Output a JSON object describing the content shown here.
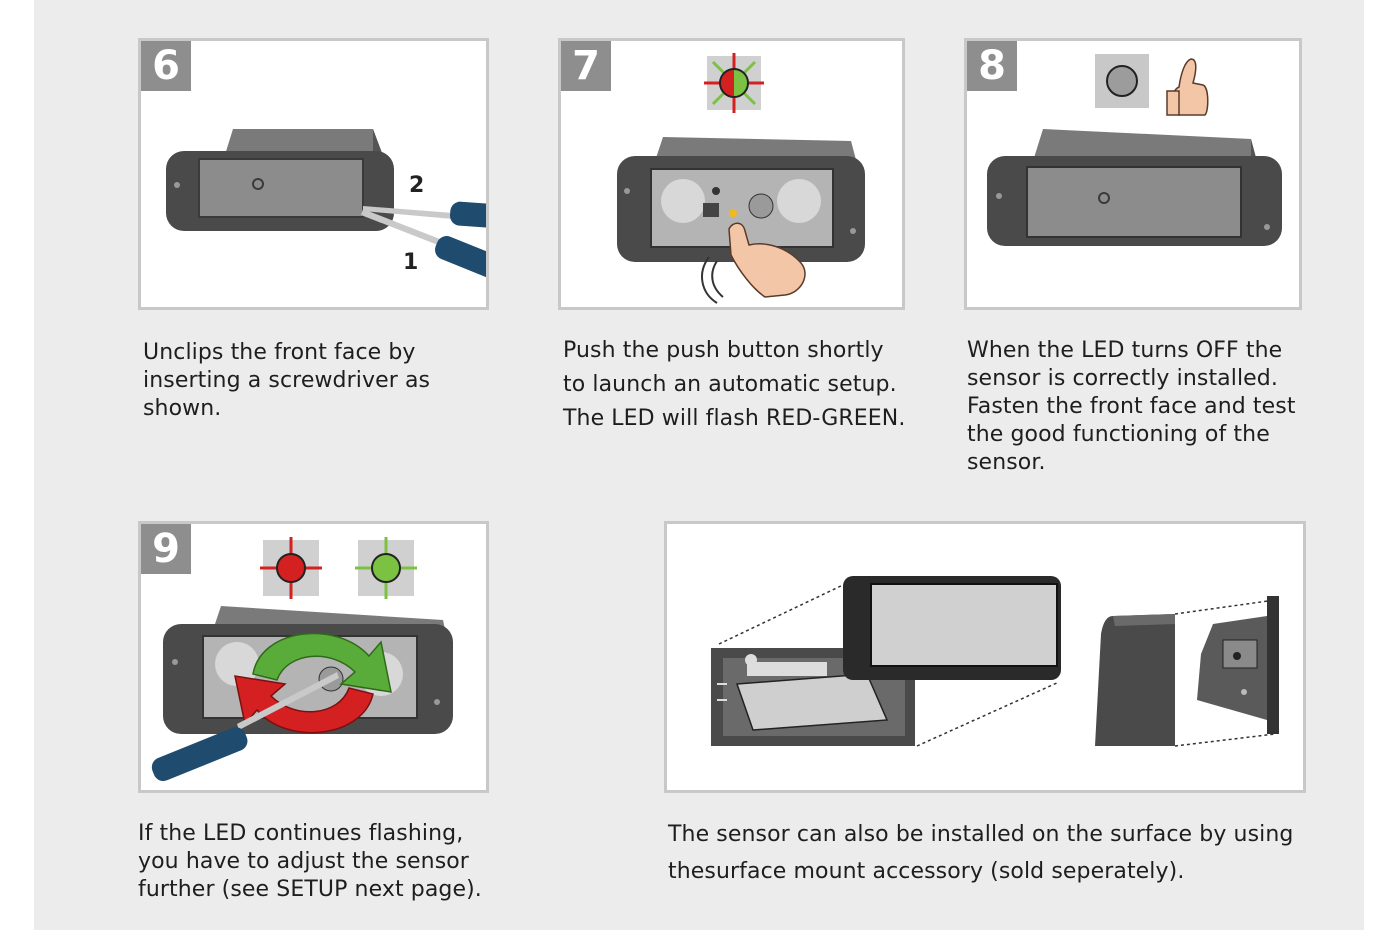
{
  "steps": [
    {
      "number": "6",
      "labels": [
        "2",
        "1"
      ],
      "caption": [
        "Unclips the front face by",
        "inserting a screwdriver as",
        "shown."
      ]
    },
    {
      "number": "7",
      "caption": [
        "Push the push button shortly",
        "to launch an automatic setup.",
        "The LED will flash RED-GREEN."
      ]
    },
    {
      "number": "8",
      "caption": [
        "When the LED turns OFF the",
        "sensor is correctly installed.",
        "Fasten the front face and test",
        "the good functioning of the",
        "sensor."
      ]
    },
    {
      "number": "9",
      "caption": [
        "If the LED continues flashing,",
        "you have to adjust the sensor",
        "further (see SETUP next page)."
      ]
    }
  ],
  "surface_mount": {
    "caption": [
      "The sensor can also be installed on the surface by using",
      "thesurface mount accessory (sold seperately)."
    ]
  },
  "colors": {
    "background": "#ececec",
    "panel_border": "#c8c8c8",
    "step_badge": "#8e8e8e",
    "led_red": "#d42020",
    "led_green": "#7cc242",
    "arrow_yellow": "#f2b81c",
    "screwdriver_handle": "#1f4b6e"
  },
  "icons": [
    "led-flashing-red-green-icon",
    "led-off-icon",
    "thumbs-up-icon",
    "led-red-icon",
    "led-green-icon",
    "rotate-arrows-icon"
  ]
}
